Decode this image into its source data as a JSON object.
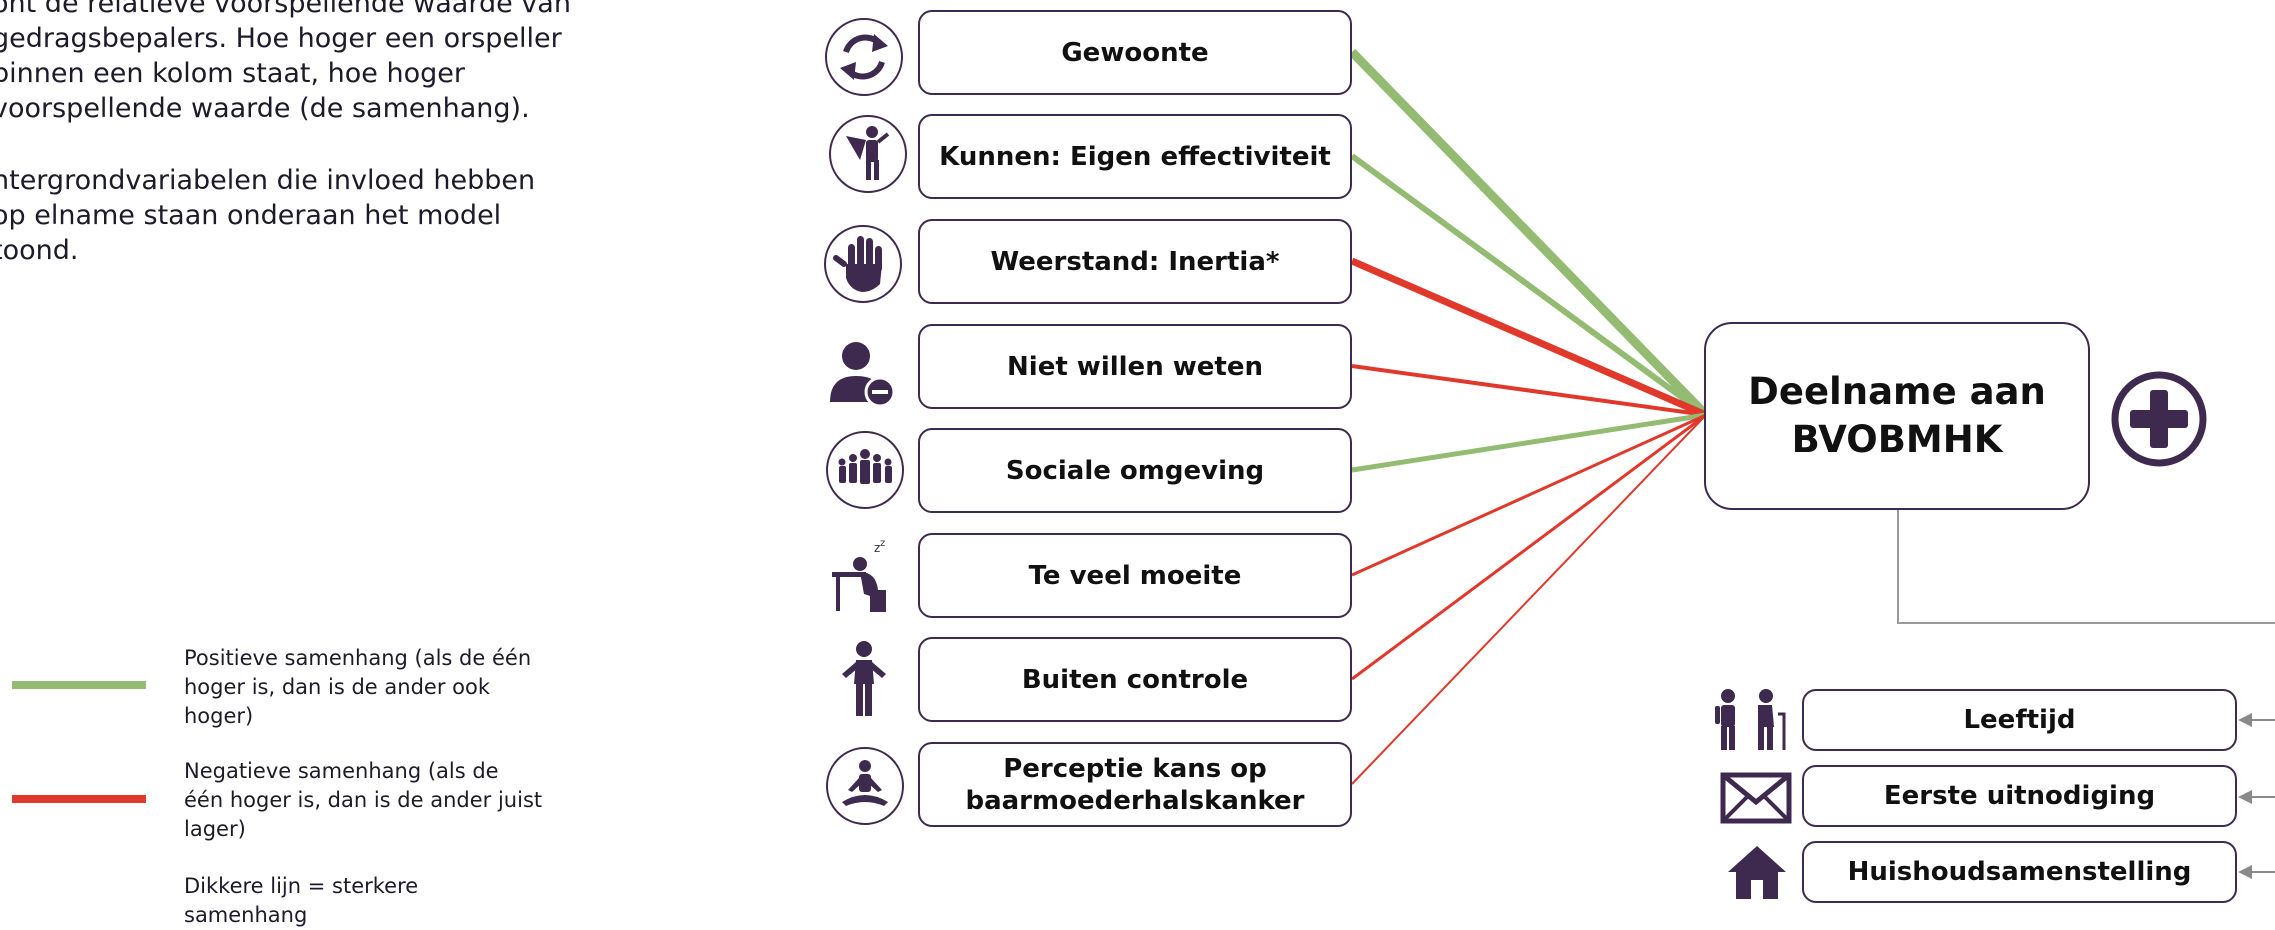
{
  "intro": {
    "paragraph_1": "ont de relatieve voorspellende waarde van gedragsbepalers. Hoe hoger een orspeller binnen een kolom staat, hoe hoger voorspellende waarde (de samenhang).",
    "paragraph_2": "htergrondvariabelen die invloed hebben op elname staan onderaan het model toond."
  },
  "predictors": [
    {
      "label": "Gewoonte",
      "icon": "refresh-cycle-icon",
      "relation": "positive"
    },
    {
      "label": "Kunnen: Eigen effectiviteit",
      "icon": "superhero-icon",
      "relation": "positive"
    },
    {
      "label": "Weerstand: Inertia*",
      "icon": "stop-hand-icon",
      "relation": "negative"
    },
    {
      "label": "Niet willen weten",
      "icon": "user-minus-icon",
      "relation": "negative"
    },
    {
      "label": "Sociale omgeving",
      "icon": "group-people-icon",
      "relation": "positive"
    },
    {
      "label": "Te veel moeite",
      "icon": "tired-at-desk-icon",
      "relation": "negative"
    },
    {
      "label": "Buiten controle",
      "icon": "person-shrug-icon",
      "relation": "negative"
    },
    {
      "label": "Perceptie kans op baarmoederhalskanker",
      "icon": "meditating-person-icon",
      "relation": "negative"
    }
  ],
  "outcome": {
    "line1": "Deelname aan",
    "line2": "BVOBMHK",
    "icon": "medical-cross-icon"
  },
  "background_variables": [
    {
      "label": "Leeftijd",
      "icon": "elderly-people-icon"
    },
    {
      "label": "Eerste uitnodiging",
      "icon": "envelope-icon"
    },
    {
      "label": "Huishoudsamenstelling",
      "icon": "house-icon"
    }
  ],
  "legend": {
    "positive": "Positieve samenhang (als de één hoger is, dan is de ander ook hoger)",
    "negative": "Negatieve samenhang (als de één hoger is, dan is de ander juist lager)",
    "thickness": "Dikkere lijn = sterkere samenhang"
  },
  "colors": {
    "positive": "#93bb72",
    "negative": "#e0392b",
    "border": "#3f2a4f",
    "icon": "#3f2a4f"
  }
}
